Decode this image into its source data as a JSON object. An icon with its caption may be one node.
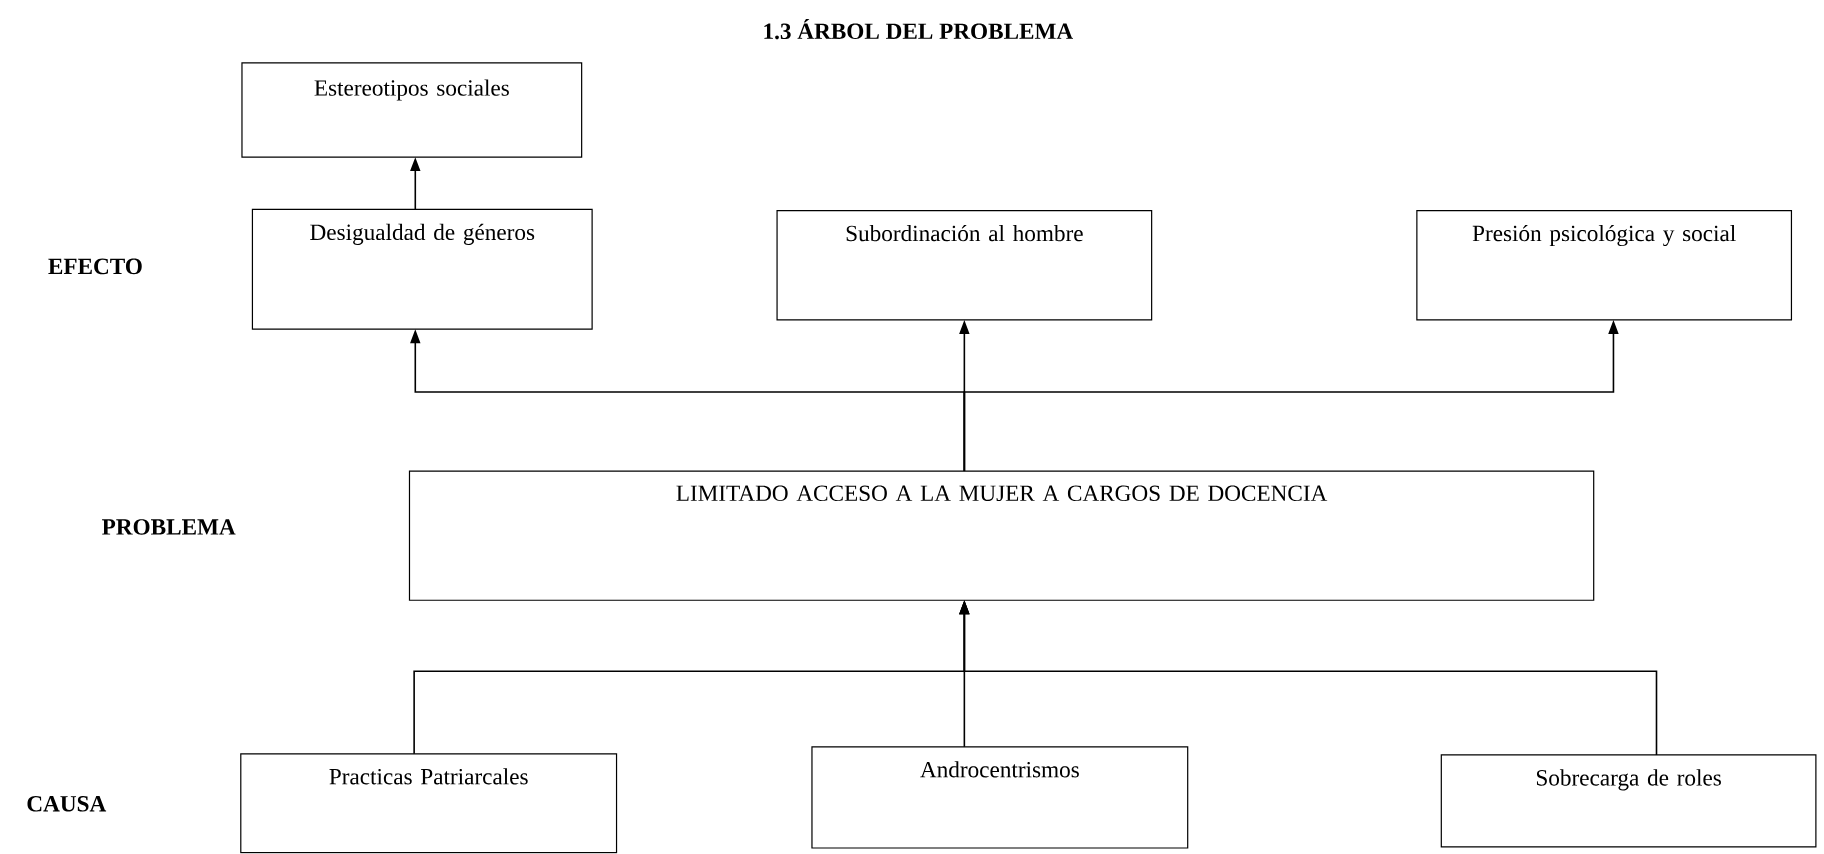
{
  "diagram": {
    "title": "1.3 ÁRBOL DEL PROBLEMA",
    "nodes": [
      {
        "text": [
          "Estereotipos sociales"
        ]
      },
      {
        "text": [
          "Desigualdad de géneros"
        ]
      },
      {
        "text": [
          "Subordinación al hombre"
        ]
      },
      {
        "text": [
          "Presión psicológica y social"
        ]
      },
      {
        "text": [
          "LIMITADO ACCESO A LA MUJER A CARGOS DE DOCENCIA"
        ]
      },
      {
        "text": [
          "Practicas Patriarcales"
        ]
      },
      {
        "text": [
          "Androcentrismos"
        ]
      },
      {
        "text": [
          "Sobrecarga de roles"
        ]
      }
    ],
    "edges": [
      {
        "from": 1,
        "to": 0,
        "arrow": "to"
      },
      {
        "from": 4,
        "to": 1,
        "arrow": "to"
      },
      {
        "from": 4,
        "to": 2,
        "arrow": "to"
      },
      {
        "from": 4,
        "to": 3,
        "arrow": "to"
      },
      {
        "from": 5,
        "to": 4,
        "arrow": "to"
      },
      {
        "from": 6,
        "to": 4,
        "arrow": "to"
      },
      {
        "from": 7,
        "to": 4,
        "arrow": "to"
      }
    ],
    "labels": [
      "EFECTO",
      "PROBLEMA",
      "CAUSA"
    ]
  }
}
